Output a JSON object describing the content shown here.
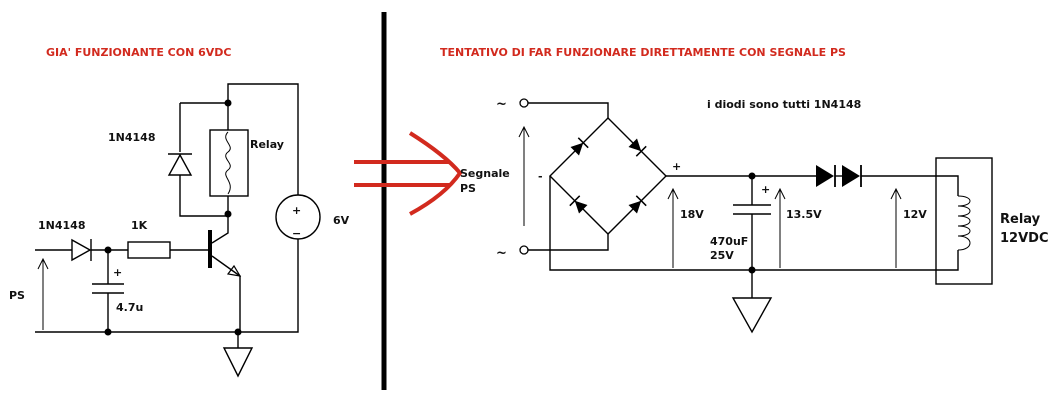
{
  "left": {
    "title": "GIA' FUNZIONANTE CON 6VDC",
    "labels": {
      "diode_top": "1N4148",
      "relay": "Relay",
      "diode_in": "1N4148",
      "resistor": "1K",
      "cap": "4.7u",
      "ps": "PS",
      "voltage": "6V",
      "cap_plus": "+",
      "src_plus": "+",
      "src_minus": "−"
    }
  },
  "right": {
    "title": "TENTATIVO DI FAR FUNZIONARE DIRETTAMENTE  CON SEGNALE PS",
    "note": "i diodi sono tutti 1N4148",
    "labels": {
      "ac_top": "~",
      "ac_bottom": "~",
      "segnale_1": "Segnale",
      "segnale_2": "PS",
      "minus": "-",
      "bridge_plus": "+",
      "cap_plus": "+",
      "v18": "18V",
      "v135": "13.5V",
      "v12": "12V",
      "cap_1": "470uF",
      "cap_2": "25V",
      "relay_1": "Relay",
      "relay_2": "12VDC"
    }
  },
  "colors": {
    "title": "#d22a1e",
    "arrow": "#d22a1e",
    "wire": "#000000"
  }
}
